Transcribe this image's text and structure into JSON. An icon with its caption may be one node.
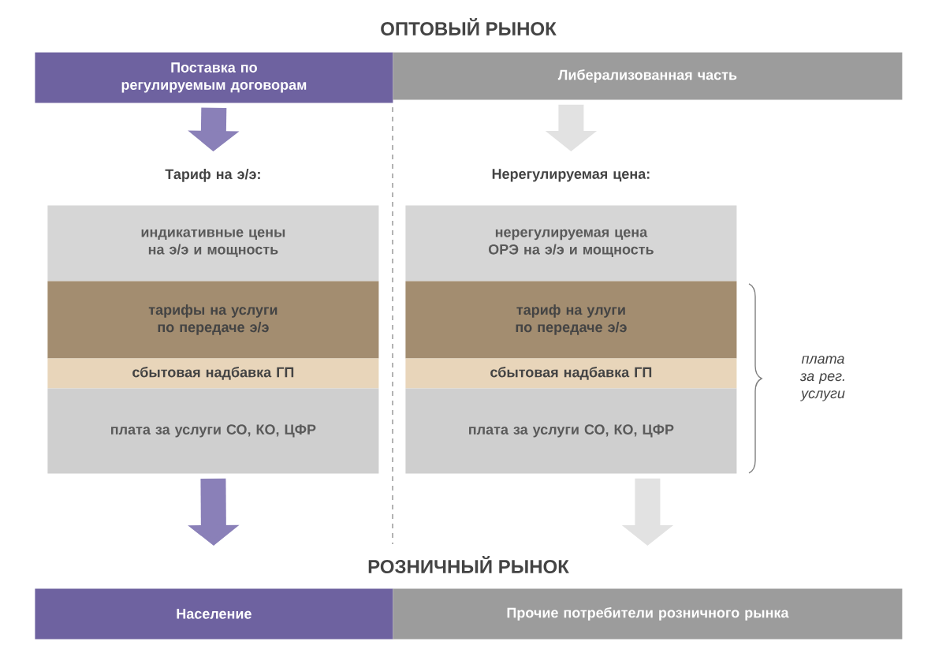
{
  "diagram": {
    "title": "ОПТОВЫЙ РЫНОК",
    "nodes": [
      {
        "text": [
          "Поставка по регулируемым договорам"
        ]
      },
      {
        "text": [
          "Либерализованная часть"
        ]
      },
      {
        "text": [
          "Тариф на э/э:"
        ]
      },
      {
        "text": [
          "Нерегулируемая цена:"
        ]
      },
      {
        "text": [
          "индикативные цены на э/э и мощность"
        ]
      },
      {
        "text": [
          "тарифы на услуги по передаче э/э"
        ]
      },
      {
        "text": [
          "сбытовая надбавка ГП"
        ]
      },
      {
        "text": [
          "плата за услуги СО, КО, ЦФР"
        ]
      },
      {
        "text": [
          "нерегулируемая цена ОРЭ на э/э и мощность"
        ]
      },
      {
        "text": [
          "тариф на улуги по передаче э/э"
        ]
      },
      {
        "text": [
          "сбытовая надбавка ГП"
        ]
      },
      {
        "text": [
          "плата за услуги СО, КО, ЦФР"
        ]
      },
      {
        "text": [
          "Население"
        ]
      },
      {
        "text": [
          "Прочие потребители розничного рынка"
        ]
      }
    ],
    "edges": [
      {
        "from": 0,
        "to": 2,
        "arrow": "to",
        "color": "#8a80b8"
      },
      {
        "from": 1,
        "to": 3,
        "arrow": "to",
        "color": "#e2e2e2"
      },
      {
        "from": 7,
        "to": 12,
        "arrow": "to",
        "color": "#8a80b8"
      },
      {
        "from": 11,
        "to": 13,
        "arrow": "to",
        "color": "#e2e2e2"
      }
    ],
    "labels": [
      "РОЗНИЧНЫЙ РЫНОК",
      "плата за рег. услуги"
    ]
  }
}
